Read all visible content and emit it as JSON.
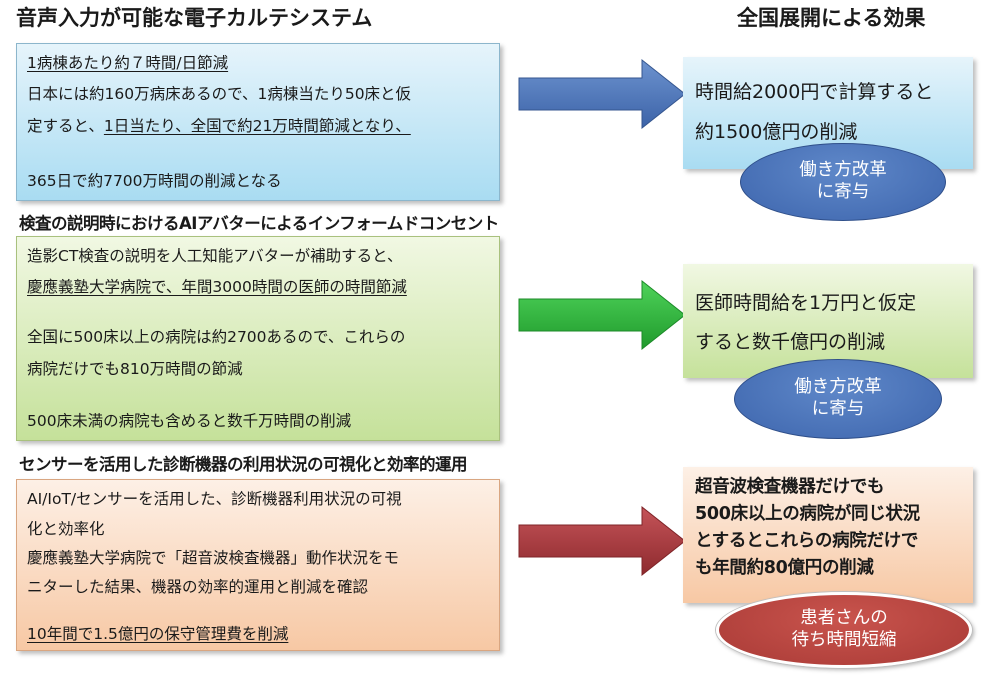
{
  "title_left": "音声入力が可能な電子カルテシステム",
  "title_right": "全国展開による効果",
  "section1": {
    "lines": [
      "1病棟あたり約７時間/日節減",
      "日本には約160万病床あるので、1病棟当たり50床と仮",
      "定すると、",
      "1日当たり、全国で約21万時間節減となり、",
      "365日で約7700万時間の削減となる"
    ],
    "effect_lines": [
      "時間給2000円で計算すると",
      "約1500億円の削減"
    ],
    "oval_lines": [
      "働き方改革",
      "に寄与"
    ],
    "colors": {
      "box": "#bfe3f5",
      "arrow": "#4a74b4",
      "oval": "#4a72b8"
    }
  },
  "section2": {
    "heading": "検査の説明時におけるAIアバターによるインフォームドコンセント",
    "lines": [
      "造影CT検査の説明を人工知能アバターが補助すると、",
      "慶應義塾大学病院で、年間3000時間の医師の時間節減",
      "全国に500床以上の病院は約2700あるので、これらの",
      "病院だけでも810万時間の節減",
      "500床未満の病院も含めると数千万時間の削減"
    ],
    "effect_lines": [
      "医師時間給を1万円と仮定",
      "すると数千億円の削減"
    ],
    "oval_lines": [
      "働き方改革",
      "に寄与"
    ],
    "colors": {
      "box": "#d9ecbf",
      "arrow": "#2ab53a",
      "oval": "#4a72b8"
    }
  },
  "section3": {
    "heading": "センサーを活用した診断機器の利用状況の可視化と効率的運用",
    "lines": [
      "AI/IoT/センサーを活用した、診断機器利用状況の可視",
      "化と効率化",
      "慶應義塾大学病院で「超音波検査機器」動作状況をモ",
      "ニターした結果、機器の効率的運用と削減を確認",
      "10年間で1.5億円の保守管理費を削減"
    ],
    "effect_lines": [
      "超音波検査機器だけでも",
      "500床以上の病院が同じ状況",
      "とするとこれらの病院だけで",
      "も年間約80億円の削減"
    ],
    "oval_lines": [
      "患者さんの",
      "待ち時間短縮"
    ],
    "colors": {
      "box": "#fbdcc6",
      "arrow": "#a83a3e",
      "oval": "#b5433f"
    }
  }
}
